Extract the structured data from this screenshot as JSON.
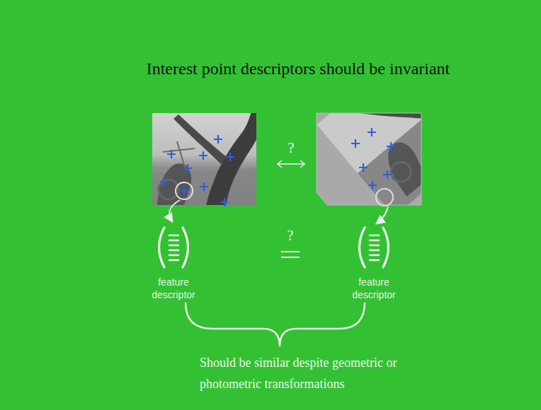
{
  "diagram": {
    "title": "Interest point descriptors should be invariant",
    "caption": "Should be similar despite geometric or photometric transformations",
    "labels": [
      "?",
      "feature descriptor",
      "?",
      "feature descriptor"
    ]
  }
}
